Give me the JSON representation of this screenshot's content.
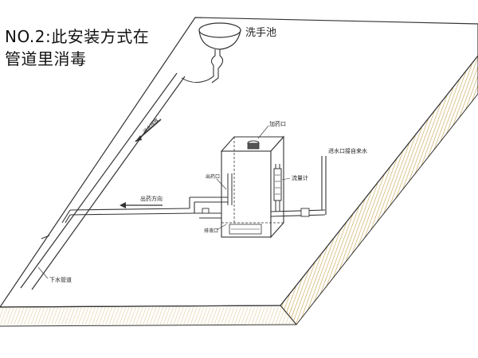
{
  "title": {
    "line1": "NO.2:此安装方式在",
    "line2": "管道里消毒"
  },
  "labels": {
    "washbasin": "洗手池",
    "sewage_pipe": "污水排放",
    "dosing_port": "加药口",
    "outlet_port": "出药口",
    "flow_direction": "出药方向",
    "flowmeter": "流量计",
    "inlet": "进水口接自来水",
    "drain_port": "排液口",
    "downpipe": "下水管道"
  }
}
